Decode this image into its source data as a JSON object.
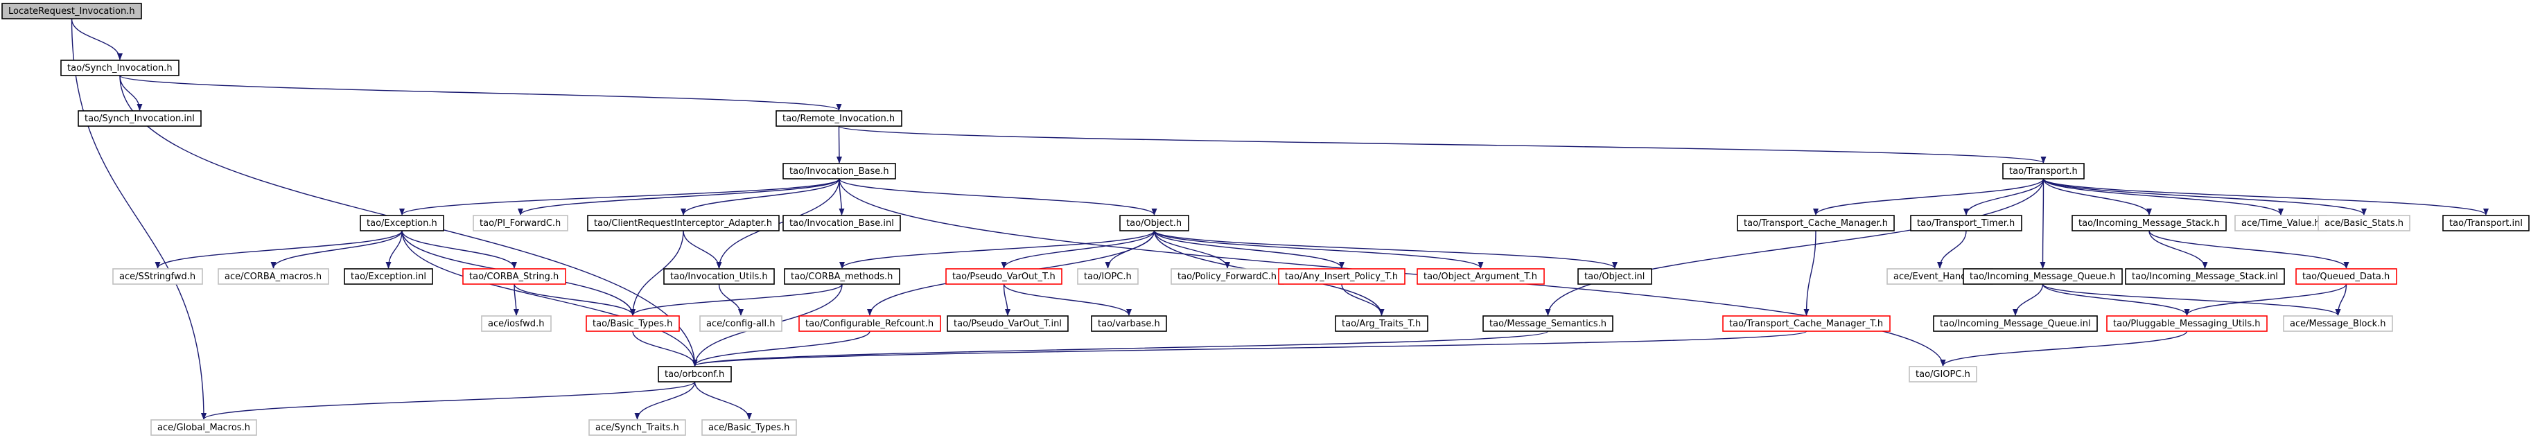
{
  "colors": {
    "root_fill": "#bfbfbf",
    "node_fill": "#ffffff",
    "border_documented": "#000000",
    "border_truncated": "#ff0000",
    "border_undocumented": "#bfbfbf",
    "edge": "#191970"
  },
  "nodes": [
    {
      "id": "locatereq",
      "label": "LocateRequest_Invocation.h",
      "kind": "root"
    },
    {
      "id": "synch",
      "label": "tao/Synch_Invocation.h",
      "kind": "documented"
    },
    {
      "id": "synchinl",
      "label": "tao/Synch_Invocation.inl",
      "kind": "documented"
    },
    {
      "id": "remote",
      "label": "tao/Remote_Invocation.h",
      "kind": "documented"
    },
    {
      "id": "invbase",
      "label": "tao/Invocation_Base.h",
      "kind": "documented"
    },
    {
      "id": "transport",
      "label": "tao/Transport.h",
      "kind": "documented"
    },
    {
      "id": "exception",
      "label": "tao/Exception.h",
      "kind": "documented"
    },
    {
      "id": "piforward",
      "label": "tao/PI_ForwardC.h",
      "kind": "undocumented"
    },
    {
      "id": "clientreq",
      "label": "tao/ClientRequestInterceptor_Adapter.h",
      "kind": "documented"
    },
    {
      "id": "invbaseinl",
      "label": "tao/Invocation_Base.inl",
      "kind": "documented"
    },
    {
      "id": "object",
      "label": "tao/Object.h",
      "kind": "documented"
    },
    {
      "id": "tcm",
      "label": "tao/Transport_Cache_Manager.h",
      "kind": "documented"
    },
    {
      "id": "ttimer",
      "label": "tao/Transport_Timer.h",
      "kind": "documented"
    },
    {
      "id": "ims",
      "label": "tao/Incoming_Message_Stack.h",
      "kind": "documented"
    },
    {
      "id": "timevalue",
      "label": "ace/Time_Value.h",
      "kind": "undocumented"
    },
    {
      "id": "basicstats",
      "label": "ace/Basic_Stats.h",
      "kind": "undocumented"
    },
    {
      "id": "transportinl",
      "label": "tao/Transport.inl",
      "kind": "documented"
    },
    {
      "id": "sstringfwd",
      "label": "ace/SStringfwd.h",
      "kind": "undocumented"
    },
    {
      "id": "corbamacros",
      "label": "ace/CORBA_macros.h",
      "kind": "undocumented"
    },
    {
      "id": "exceptioninl",
      "label": "tao/Exception.inl",
      "kind": "documented"
    },
    {
      "id": "corbastring",
      "label": "tao/CORBA_String.h",
      "kind": "truncated"
    },
    {
      "id": "invutils",
      "label": "tao/Invocation_Utils.h",
      "kind": "documented"
    },
    {
      "id": "corbamethods",
      "label": "tao/CORBA_methods.h",
      "kind": "documented"
    },
    {
      "id": "pseudovarout",
      "label": "tao/Pseudo_VarOut_T.h",
      "kind": "truncated"
    },
    {
      "id": "iiopc",
      "label": "tao/IOPC.h",
      "kind": "undocumented"
    },
    {
      "id": "policyfwd",
      "label": "tao/Policy_ForwardC.h",
      "kind": "undocumented"
    },
    {
      "id": "anyinsert",
      "label": "tao/Any_Insert_Policy_T.h",
      "kind": "truncated"
    },
    {
      "id": "objarg",
      "label": "tao/Object_Argument_T.h",
      "kind": "truncated"
    },
    {
      "id": "objectinl",
      "label": "tao/Object.inl",
      "kind": "documented"
    },
    {
      "id": "eventhandler",
      "label": "ace/Event_Handler.h",
      "kind": "undocumented"
    },
    {
      "id": "imsinl",
      "label": "tao/Incoming_Message_Stack.inl",
      "kind": "documented"
    },
    {
      "id": "queueddata",
      "label": "tao/Queued_Data.h",
      "kind": "truncated"
    },
    {
      "id": "imq",
      "label": "tao/Incoming_Message_Queue.h",
      "kind": "documented"
    },
    {
      "id": "iosfwd",
      "label": "ace/iosfwd.h",
      "kind": "undocumented"
    },
    {
      "id": "basictypes",
      "label": "tao/Basic_Types.h",
      "kind": "truncated"
    },
    {
      "id": "configall",
      "label": "ace/config-all.h",
      "kind": "undocumented"
    },
    {
      "id": "confrefcount",
      "label": "tao/Configurable_Refcount.h",
      "kind": "truncated"
    },
    {
      "id": "pseudovaroutinl",
      "label": "tao/Pseudo_VarOut_T.inl",
      "kind": "documented"
    },
    {
      "id": "varbase",
      "label": "tao/varbase.h",
      "kind": "documented"
    },
    {
      "id": "argtraits",
      "label": "tao/Arg_Traits_T.h",
      "kind": "documented"
    },
    {
      "id": "msgsem",
      "label": "tao/Message_Semantics.h",
      "kind": "documented"
    },
    {
      "id": "tcmt",
      "label": "tao/Transport_Cache_Manager_T.h",
      "kind": "truncated"
    },
    {
      "id": "imqinl",
      "label": "tao/Incoming_Message_Queue.inl",
      "kind": "documented"
    },
    {
      "id": "pmu",
      "label": "tao/Pluggable_Messaging_Utils.h",
      "kind": "truncated"
    },
    {
      "id": "msgblock",
      "label": "ace/Message_Block.h",
      "kind": "undocumented"
    },
    {
      "id": "orbconf",
      "label": "tao/orbconf.h",
      "kind": "documented"
    },
    {
      "id": "giopc",
      "label": "tao/GIOPC.h",
      "kind": "undocumented"
    },
    {
      "id": "globalmacros",
      "label": "ace/Global_Macros.h",
      "kind": "undocumented"
    },
    {
      "id": "synchtraits",
      "label": "ace/Synch_Traits.h",
      "kind": "undocumented"
    },
    {
      "id": "acebasictypes",
      "label": "ace/Basic_Types.h",
      "kind": "undocumented"
    }
  ],
  "edges": [
    [
      "locatereq",
      "synch"
    ],
    [
      "locatereq",
      "globalmacros"
    ],
    [
      "synch",
      "synchinl"
    ],
    [
      "synch",
      "remote"
    ],
    [
      "synch",
      "orbconf"
    ],
    [
      "remote",
      "invbase"
    ],
    [
      "remote",
      "transport"
    ],
    [
      "invbase",
      "exception"
    ],
    [
      "invbase",
      "piforward"
    ],
    [
      "invbase",
      "clientreq"
    ],
    [
      "invbase",
      "invbaseinl"
    ],
    [
      "invbase",
      "object"
    ],
    [
      "invbase",
      "invutils"
    ],
    [
      "invbase",
      "giopc"
    ],
    [
      "transport",
      "tcm"
    ],
    [
      "transport",
      "ttimer"
    ],
    [
      "transport",
      "ims"
    ],
    [
      "transport",
      "imq"
    ],
    [
      "transport",
      "timevalue"
    ],
    [
      "transport",
      "basicstats"
    ],
    [
      "transport",
      "transportinl"
    ],
    [
      "transport",
      "msgsem"
    ],
    [
      "exception",
      "sstringfwd"
    ],
    [
      "exception",
      "corbamacros"
    ],
    [
      "exception",
      "exceptioninl"
    ],
    [
      "exception",
      "corbastring"
    ],
    [
      "exception",
      "basictypes"
    ],
    [
      "exception",
      "orbconf"
    ],
    [
      "clientreq",
      "invutils"
    ],
    [
      "clientreq",
      "basictypes"
    ],
    [
      "invutils",
      "configall"
    ],
    [
      "object",
      "corbamethods"
    ],
    [
      "object",
      "pseudovarout"
    ],
    [
      "object",
      "iiopc"
    ],
    [
      "object",
      "policyfwd"
    ],
    [
      "object",
      "anyinsert"
    ],
    [
      "object",
      "objarg"
    ],
    [
      "object",
      "objectinl"
    ],
    [
      "object",
      "confrefcount"
    ],
    [
      "object",
      "argtraits"
    ],
    [
      "corbastring",
      "iosfwd"
    ],
    [
      "corbastring",
      "basictypes"
    ],
    [
      "corbamethods",
      "basictypes"
    ],
    [
      "corbamethods",
      "orbconf"
    ],
    [
      "pseudovarout",
      "pseudovaroutinl"
    ],
    [
      "pseudovarout",
      "varbase"
    ],
    [
      "anyinsert",
      "argtraits"
    ],
    [
      "basictypes",
      "orbconf"
    ],
    [
      "confrefcount",
      "orbconf"
    ],
    [
      "msgsem",
      "orbconf"
    ],
    [
      "tcm",
      "tcmt"
    ],
    [
      "tcmt",
      "orbconf"
    ],
    [
      "ttimer",
      "eventhandler"
    ],
    [
      "ims",
      "imsinl"
    ],
    [
      "ims",
      "queueddata"
    ],
    [
      "queueddata",
      "pmu"
    ],
    [
      "queueddata",
      "msgblock"
    ],
    [
      "imq",
      "imqinl"
    ],
    [
      "imq",
      "pmu"
    ],
    [
      "imq",
      "msgblock"
    ],
    [
      "pmu",
      "giopc"
    ],
    [
      "orbconf",
      "globalmacros"
    ],
    [
      "orbconf",
      "synchtraits"
    ],
    [
      "orbconf",
      "acebasictypes"
    ]
  ]
}
